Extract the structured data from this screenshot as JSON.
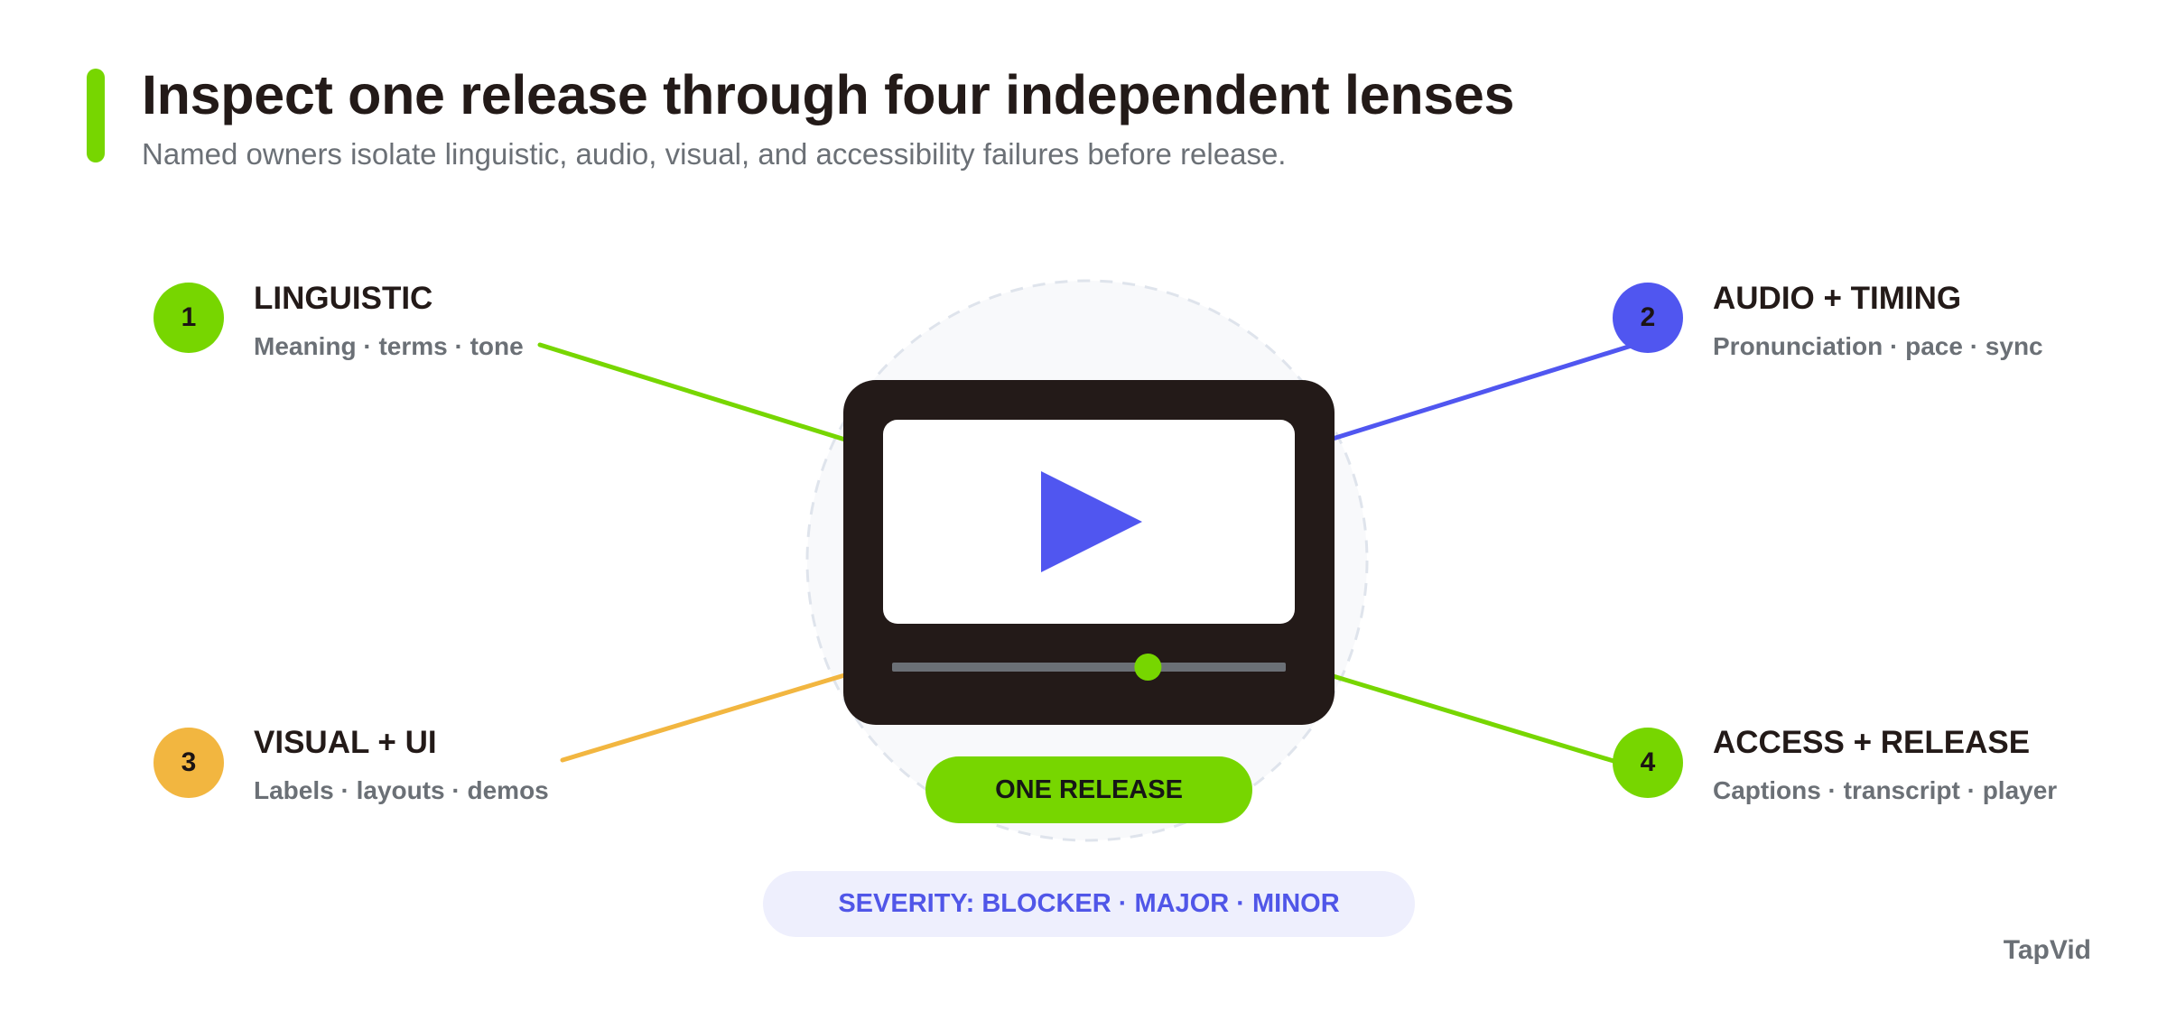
{
  "header": {
    "title": "Inspect one release through four independent lenses",
    "subtitle": "Named owners isolate linguistic, audio, visual, and accessibility failures before release."
  },
  "lenses": [
    {
      "number": "1",
      "title": "LINGUISTIC",
      "subtitle": "Meaning · terms · tone",
      "color": "#77d600"
    },
    {
      "number": "2",
      "title": "AUDIO + TIMING",
      "subtitle": "Pronunciation · pace · sync",
      "color": "#5056f0"
    },
    {
      "number": "3",
      "title": "VISUAL + UI",
      "subtitle": "Labels · layouts · demos",
      "color": "#f2b640"
    },
    {
      "number": "4",
      "title": "ACCESS + RELEASE",
      "subtitle": "Captions · transcript · player",
      "color": "#77d600"
    }
  ],
  "center": {
    "release_label": "ONE RELEASE",
    "severity_label": "SEVERITY: BLOCKER · MAJOR · MINOR",
    "player_progress": 0.65
  },
  "brand": "TapVid",
  "colors": {
    "accent_green": "#77d600",
    "accent_blue": "#5056f0",
    "accent_yellow": "#f2b640",
    "device_dark": "#231a18",
    "muted_text": "#6b7076"
  }
}
